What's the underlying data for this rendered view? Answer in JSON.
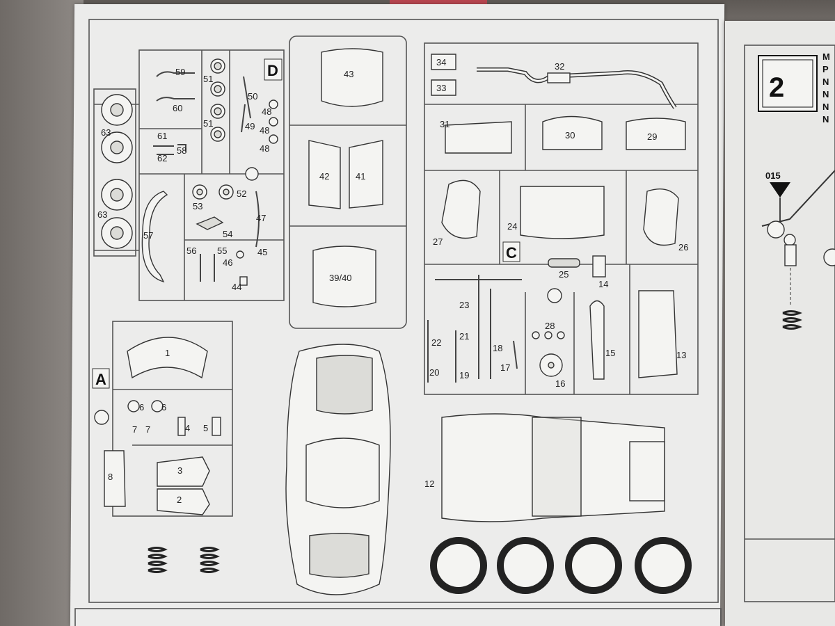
{
  "sprues": {
    "A": "A",
    "C": "C",
    "D": "D"
  },
  "parts": {
    "p1": "1",
    "p2": "2",
    "p3": "3",
    "p4": "4",
    "p5": "5",
    "p6a": "6",
    "p6b": "6",
    "p7a": "7",
    "p7b": "7",
    "p8": "8",
    "p12": "12",
    "p13": "13",
    "p14": "14",
    "p15": "15",
    "p16": "16",
    "p17": "17",
    "p18": "18",
    "p19": "19",
    "p20": "20",
    "p21": "21",
    "p22": "22",
    "p23": "23",
    "p24": "24",
    "p25": "25",
    "p26": "26",
    "p27": "27",
    "p28": "28",
    "p29": "29",
    "p30": "30",
    "p31": "31",
    "p32": "32",
    "p33": "33",
    "p34": "34",
    "p3940": "39/40",
    "p41": "41",
    "p42": "42",
    "p43": "43",
    "p44": "44",
    "p45": "45",
    "p46": "46",
    "p47": "47",
    "p48a": "48",
    "p48b": "48",
    "p48c": "48",
    "p49": "49",
    "p50": "50",
    "p51a": "51",
    "p51b": "51",
    "p52": "52",
    "p53": "53",
    "p54": "54",
    "p55": "55",
    "p56": "56",
    "p57": "57",
    "p58": "58",
    "p59": "59",
    "p60": "60",
    "p61": "61",
    "p62": "62",
    "p63a": "63",
    "p63b": "63"
  },
  "step": {
    "number": "2",
    "part_code": "015",
    "side_letters": [
      "M",
      "P",
      "N",
      "N",
      "N",
      "N"
    ]
  }
}
